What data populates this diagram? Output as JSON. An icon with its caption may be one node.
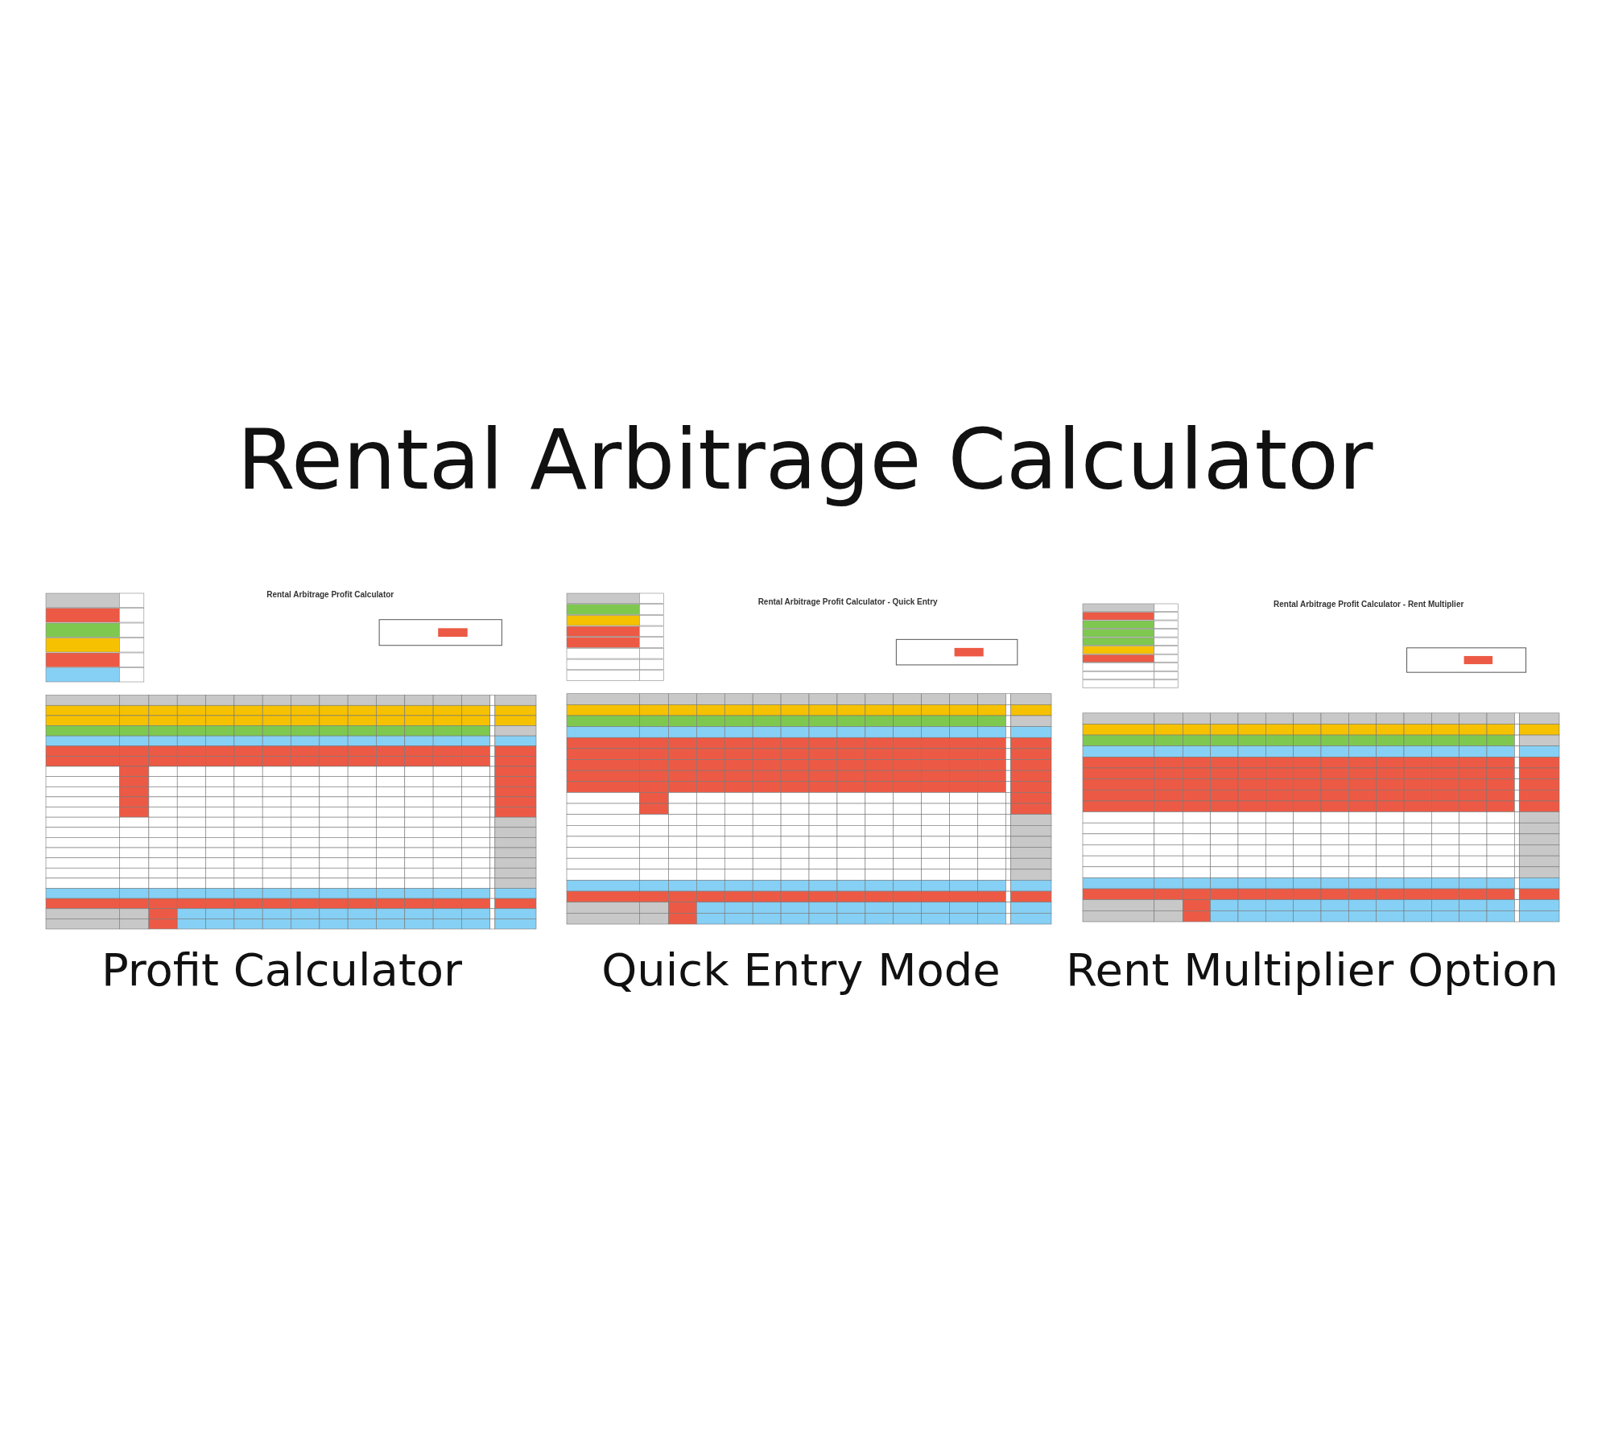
{
  "diagram": {
    "title": "Rental Arbitrage Calculator",
    "labels": [
      "Rental Arbitrage Profit Calculator",
      "Rental Arbitrage Profit Calculator - Quick Entry",
      "Rental Arbitrage Profit Calculator - Rent Multiplier",
      "Profit Calculator",
      "Quick Entry Mode",
      "Rent Multiplier Option"
    ]
  }
}
